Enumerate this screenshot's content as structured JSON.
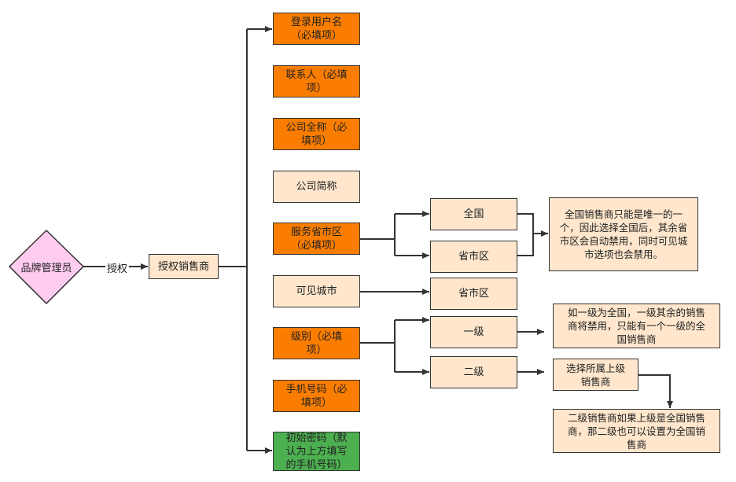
{
  "nodes": {
    "brand_manager": "品牌管理员",
    "authorize_label": "授权",
    "authorize_dealer": "授权销售商",
    "login_username": "登录用户名\n（必填项）",
    "contact": "联系人（必填\n项）",
    "company_full": "公司全称（必\n填项）",
    "company_short": "公司简称",
    "service_region": "服务省市区\n（必填项）",
    "visible_city": "可见城市",
    "level": "级别（必填\n项）",
    "phone": "手机号码（必\n填项）",
    "init_password": "初始密码（默\n认为上方填写\n的手机号码）",
    "nationwide": "全国",
    "province_city_1": "省市区",
    "province_city_2": "省市区",
    "level_one": "一级",
    "level_two": "二级",
    "note_nationwide": "全国销售商只能是唯一的一\n个，因此选择全国后，其余省\n市区会自动禁用，同时可见城\n市选项也会禁用。",
    "note_level_one": "如一级为全国，一级其余的销售\n商将禁用，只能有一个一级的全\n国销售商",
    "note_select_parent": "选择所属上级\n销售商",
    "note_level_two": "二级销售商如果上级是全国销售\n商，那二级也可以设置为全国销\n售商"
  },
  "colors": {
    "required": "#fb7d00",
    "optional": "#ffe6cc",
    "password": "#4caf50",
    "diamond": "#ffccf0"
  }
}
